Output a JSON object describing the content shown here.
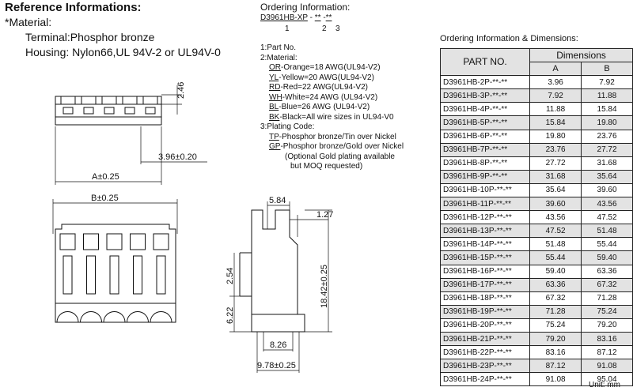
{
  "reference": {
    "title": "Reference Informations:",
    "material_label": "*Material:",
    "terminal": "Terminal:Phosphor bronze",
    "housing": "Housing: Nylon66,UL 94V-2 or UL94V-0"
  },
  "ordering": {
    "title": "Ordering Information:",
    "code_main": "D3961HB-XP",
    "code_sep1": " - ",
    "code_mid": "**",
    "code_sep2": " -",
    "code_end": "**",
    "num1": "1",
    "num2": "2",
    "num3": "3",
    "notes": [
      "1:Part No.",
      "2:Material:",
      "3:Plating Code:"
    ],
    "materials": [
      {
        "code": "OR",
        "text": "-Orange=18 AWG(UL94-V2)"
      },
      {
        "code": "YL",
        "text": "-Yellow=20 AWG(UL94-V2)"
      },
      {
        "code": "RD",
        "text": "-Red=22 AWG(UL94-V2)"
      },
      {
        "code": "WH",
        "text": "-White=24 AWG (UL94-V2)"
      },
      {
        "code": "BL",
        "text": "-Blue=26 AWG (UL94-V2)"
      },
      {
        "code": "BK",
        "text": "-Black=All wire sizes in UL94-V0"
      }
    ],
    "platings": [
      {
        "code": "TP",
        "text": "-Phosphor bronze/Tin over Nickel"
      },
      {
        "code": "GP",
        "text": "-Phosphor bronze/Gold over Nickel"
      }
    ],
    "optional_1": "(Optional Gold plating available",
    "optional_2": "but MOQ requested)"
  },
  "drawing": {
    "dim_246": "2.46",
    "dim_396": "3.96±0.20",
    "dim_a": "A±0.25",
    "dim_b": "B±0.25",
    "dim_584": "5.84",
    "dim_127": "1.27",
    "dim_254": "2.54",
    "dim_622": "6.22",
    "dim_1842": "18.42±0.25",
    "dim_826": "8.26",
    "dim_978": "9.78±0.25"
  },
  "table": {
    "title": "Ordering Information & Dimensions:",
    "part_header": "PART NO.",
    "dims_header": "Dimensions",
    "col_a": "A",
    "col_b": "B",
    "rows": [
      {
        "part": "D3961HB-2P-**-**",
        "a": "3.96",
        "b": "7.92"
      },
      {
        "part": "D3961HB-3P-**-**",
        "a": "7.92",
        "b": "11.88"
      },
      {
        "part": "D3961HB-4P-**-**",
        "a": "11.88",
        "b": "15.84"
      },
      {
        "part": "D3961HB-5P-**-**",
        "a": "15.84",
        "b": "19.80"
      },
      {
        "part": "D3961HB-6P-**-**",
        "a": "19.80",
        "b": "23.76"
      },
      {
        "part": "D3961HB-7P-**-**",
        "a": "23.76",
        "b": "27.72"
      },
      {
        "part": "D3961HB-8P-**-**",
        "a": "27.72",
        "b": "31.68"
      },
      {
        "part": "D3961HB-9P-**-**",
        "a": "31.68",
        "b": "35.64"
      },
      {
        "part": "D3961HB-10P-**-**",
        "a": "35.64",
        "b": "39.60"
      },
      {
        "part": "D3961HB-11P-**-**",
        "a": "39.60",
        "b": "43.56"
      },
      {
        "part": "D3961HB-12P-**-**",
        "a": "43.56",
        "b": "47.52"
      },
      {
        "part": "D3961HB-13P-**-**",
        "a": "47.52",
        "b": "51.48"
      },
      {
        "part": "D3961HB-14P-**-**",
        "a": "51.48",
        "b": "55.44"
      },
      {
        "part": "D3961HB-15P-**-**",
        "a": "55.44",
        "b": "59.40"
      },
      {
        "part": "D3961HB-16P-**-**",
        "a": "59.40",
        "b": "63.36"
      },
      {
        "part": "D3961HB-17P-**-**",
        "a": "63.36",
        "b": "67.32"
      },
      {
        "part": "D3961HB-18P-**-**",
        "a": "67.32",
        "b": "71.28"
      },
      {
        "part": "D3961HB-19P-**-**",
        "a": "71.28",
        "b": "75.24"
      },
      {
        "part": "D3961HB-20P-**-**",
        "a": "75.24",
        "b": "79.20"
      },
      {
        "part": "D3961HB-21P-**-**",
        "a": "79.20",
        "b": "83.16"
      },
      {
        "part": "D3961HB-22P-**-**",
        "a": "83.16",
        "b": "87.12"
      },
      {
        "part": "D3961HB-23P-**-**",
        "a": "87.12",
        "b": "91.08"
      },
      {
        "part": "D3961HB-24P-**-**",
        "a": "91.08",
        "b": "95.04"
      }
    ],
    "unit": "Unit: mm"
  }
}
